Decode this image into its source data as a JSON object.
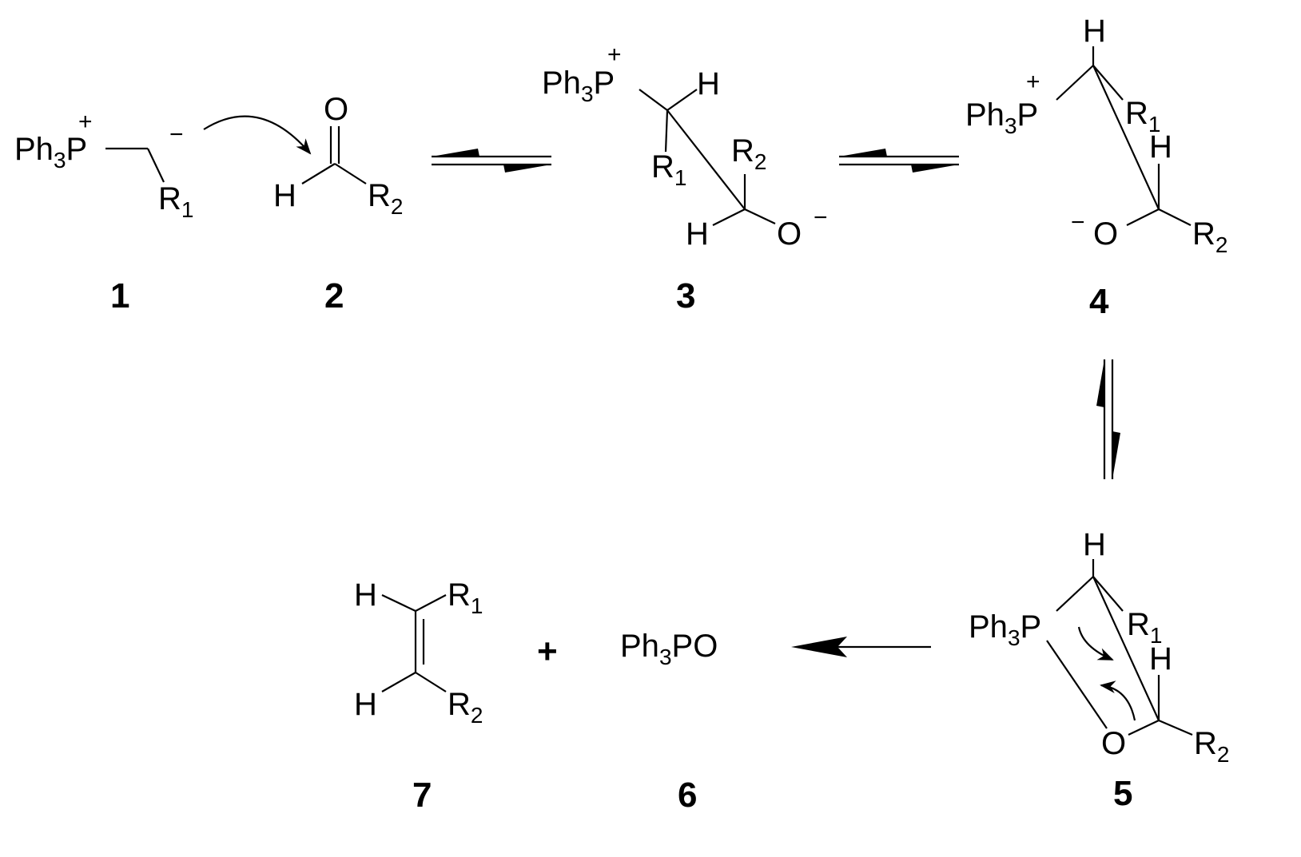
{
  "title": "Wittig reaction mechanism",
  "plus_sign": "+",
  "s1": {
    "ph": "Ph",
    "n": "3",
    "p": "P",
    "plus": "+",
    "minus": "−",
    "r": "R",
    "r_sub": "1",
    "label": "1"
  },
  "s2": {
    "o": "O",
    "h": "H",
    "r": "R",
    "r_sub": "2",
    "label": "2"
  },
  "s3": {
    "ph": "Ph",
    "n": "3",
    "p": "P",
    "plus": "+",
    "h1": "H",
    "r1": "R",
    "r1_sub": "1",
    "r2": "R",
    "r2_sub": "2",
    "h2": "H",
    "o": "O",
    "minus": "−",
    "label": "3"
  },
  "s4": {
    "ph": "Ph",
    "n": "3",
    "p": "P",
    "plus": "+",
    "h1": "H",
    "r1": "R",
    "r1_sub": "1",
    "h2": "H",
    "minus": "−",
    "o": "O",
    "r2": "R",
    "r2_sub": "2",
    "label": "4"
  },
  "s5": {
    "ph": "Ph",
    "n": "3",
    "p": "P",
    "h1": "H",
    "r1": "R",
    "r1_sub": "1",
    "h2": "H",
    "o": "O",
    "r2": "R",
    "r2_sub": "2",
    "label": "5"
  },
  "s6": {
    "ph": "Ph",
    "n": "3",
    "po": "PO",
    "label": "6"
  },
  "s7": {
    "h1": "H",
    "r1": "R",
    "r1_sub": "1",
    "h2": "H",
    "r2": "R",
    "r2_sub": "2",
    "label": "7"
  }
}
